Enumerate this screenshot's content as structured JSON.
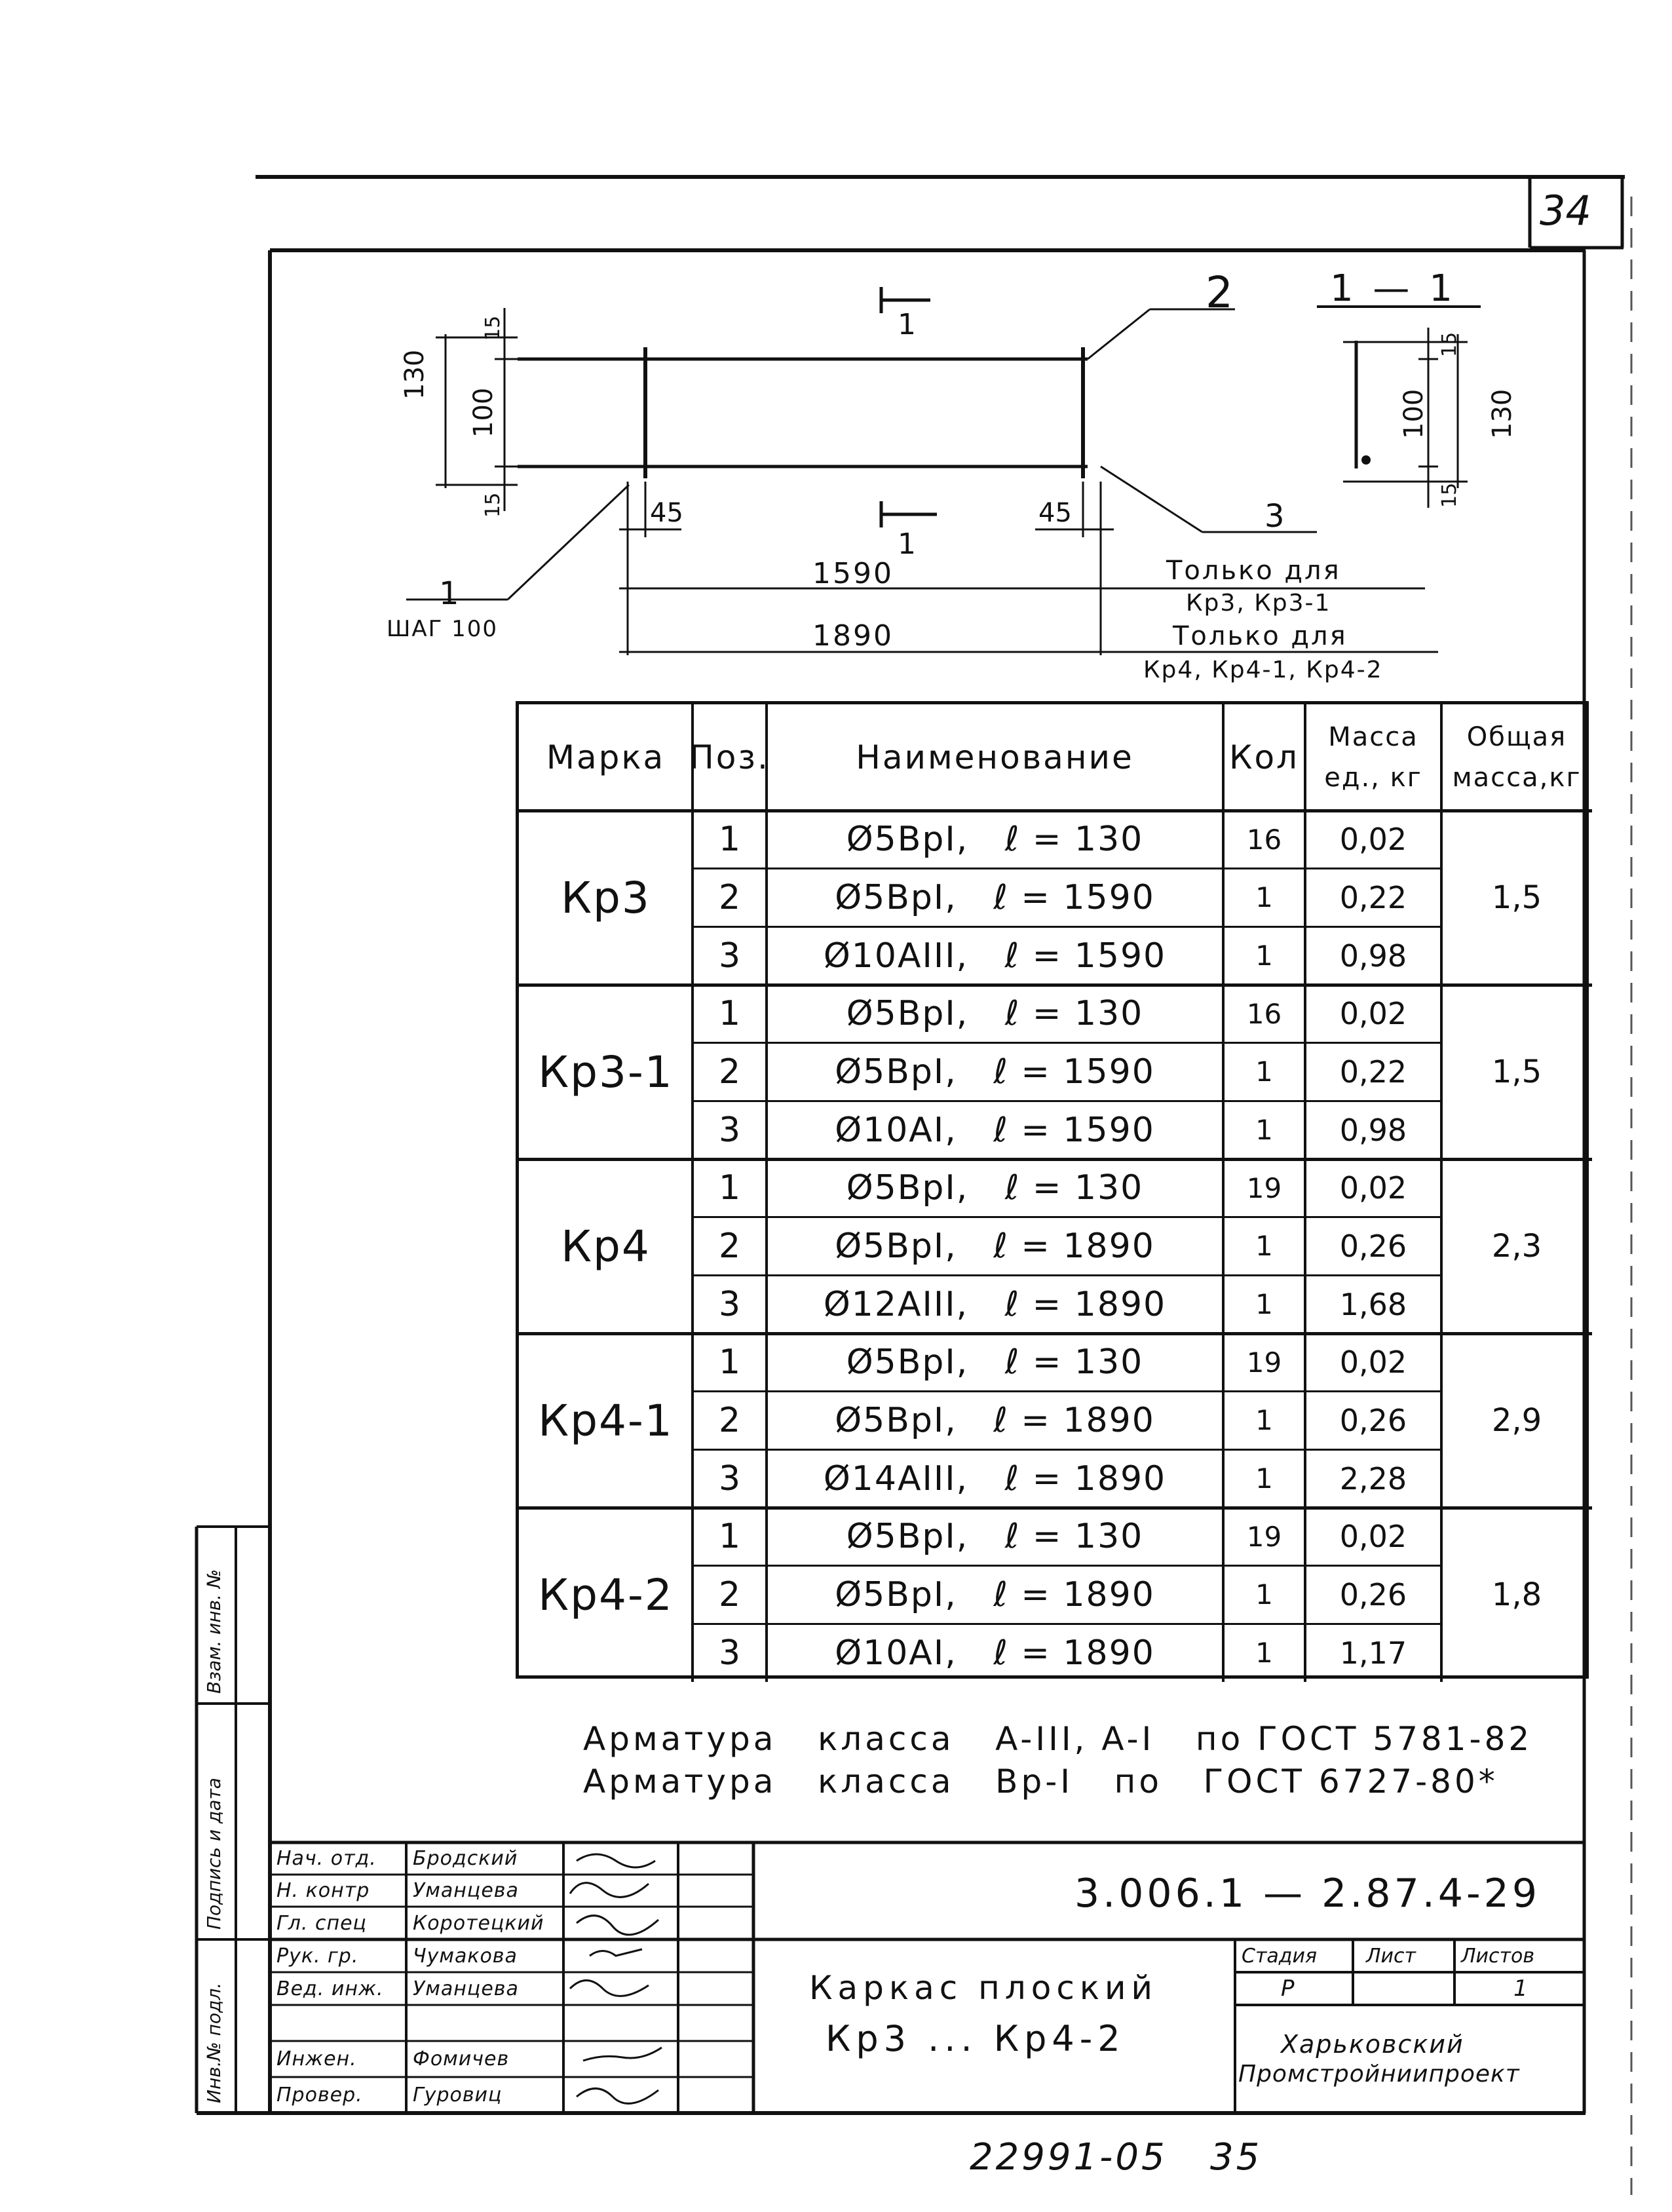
{
  "sheet_number": "34",
  "drawing": {
    "section_marker_top": "1",
    "section_marker_bottom": "1",
    "callout_2": "2",
    "callout_3": "3",
    "callout_1": "1",
    "step_label": "ШАГ 100",
    "section_title": "1 — 1",
    "dims": {
      "left_130": "130",
      "left_100": "100",
      "left_15_top": "15",
      "left_15_bottom": "15",
      "end_45_left": "45",
      "end_45_right": "45",
      "len_1590": "1590",
      "len_1890": "1890",
      "sec_100": "100",
      "sec_130": "130",
      "sec_15_top": "15",
      "sec_15_bottom": "15"
    },
    "note_1590_line1": "Только для",
    "note_1590_line2": "Кр3, Кр3-1",
    "note_1890_line1": "Только для",
    "note_1890_line2": "Кр4, Кр4-1, Кр4-2"
  },
  "table": {
    "headers": {
      "mark": "Марка",
      "pos": "Поз.",
      "name": "Наименование",
      "qty": "Кол",
      "unit_mass_1": "Масса",
      "unit_mass_2": "ед., кг",
      "total_mass_1": "Общая",
      "total_mass_2": "масса,кг"
    },
    "groups": [
      {
        "mark": "Кр3",
        "total": "1,5",
        "rows": [
          {
            "pos": "1",
            "name": "Ø5BpI,   ℓ = 130",
            "qty": "16",
            "mass": "0,02"
          },
          {
            "pos": "2",
            "name": "Ø5BpI,   ℓ = 1590",
            "qty": "1",
            "mass": "0,22"
          },
          {
            "pos": "3",
            "name": "Ø10AIII,   ℓ = 1590",
            "qty": "1",
            "mass": "0,98"
          }
        ]
      },
      {
        "mark": "Кр3-1",
        "total": "1,5",
        "rows": [
          {
            "pos": "1",
            "name": "Ø5BpI,   ℓ = 130",
            "qty": "16",
            "mass": "0,02"
          },
          {
            "pos": "2",
            "name": "Ø5BpI,   ℓ = 1590",
            "qty": "1",
            "mass": "0,22"
          },
          {
            "pos": "3",
            "name": "Ø10AI,   ℓ = 1590",
            "qty": "1",
            "mass": "0,98"
          }
        ]
      },
      {
        "mark": "Кр4",
        "total": "2,3",
        "rows": [
          {
            "pos": "1",
            "name": "Ø5BpI,   ℓ = 130",
            "qty": "19",
            "mass": "0,02"
          },
          {
            "pos": "2",
            "name": "Ø5BpI,   ℓ = 1890",
            "qty": "1",
            "mass": "0,26"
          },
          {
            "pos": "3",
            "name": "Ø12AIII,   ℓ = 1890",
            "qty": "1",
            "mass": "1,68"
          }
        ]
      },
      {
        "mark": "Кр4-1",
        "total": "2,9",
        "rows": [
          {
            "pos": "1",
            "name": "Ø5BpI,   ℓ = 130",
            "qty": "19",
            "mass": "0,02"
          },
          {
            "pos": "2",
            "name": "Ø5BpI,   ℓ = 1890",
            "qty": "1",
            "mass": "0,26"
          },
          {
            "pos": "3",
            "name": "Ø14AIII,   ℓ = 1890",
            "qty": "1",
            "mass": "2,28"
          }
        ]
      },
      {
        "mark": "Кр4-2",
        "total": "1,8",
        "rows": [
          {
            "pos": "1",
            "name": "Ø5BpI,   ℓ = 130",
            "qty": "19",
            "mass": "0,02"
          },
          {
            "pos": "2",
            "name": "Ø5BpI,   ℓ = 1890",
            "qty": "1",
            "mass": "0,26"
          },
          {
            "pos": "3",
            "name": "Ø10AI,   ℓ = 1890",
            "qty": "1",
            "mass": "1,17"
          }
        ]
      }
    ]
  },
  "notes": {
    "line1": "Арматура   класса   A-III, A-I   по ГОСТ 5781-82",
    "line2": "Арматура   класса   Bp-I   по   ГОСТ 6727-80*"
  },
  "side_stamp": {
    "col1": "Инв.№ подл.",
    "col2": "Подпись и дата",
    "col3": "Взам. инв. №"
  },
  "title_block": {
    "doc_code": "3.006.1 — 2.87.4-29",
    "title_line1": "Каркас плоский",
    "title_line2": "Кр3 ... Кр4-2",
    "stage_label": "Стадия",
    "sheet_label": "Лист",
    "sheets_label": "Листов",
    "stage_value": "Р",
    "sheets_value": "1",
    "org_line1": "Харьковский",
    "org_line2": "Промстройниипроект",
    "people": [
      {
        "role": "Нач. отд.",
        "name": "Бродский"
      },
      {
        "role": "Н. контр",
        "name": "Уманцева"
      },
      {
        "role": "Гл. спец",
        "name": "Коротецкий"
      },
      {
        "role": "Рук. гр.",
        "name": "Чумакова"
      },
      {
        "role": "Вед. инж.",
        "name": "Уманцева"
      },
      {
        "role": "",
        "name": ""
      },
      {
        "role": "Инжен.",
        "name": "Фомичев"
      },
      {
        "role": "Провер.",
        "name": "Гуровиц"
      }
    ]
  },
  "footer_number": "22991-05   35"
}
